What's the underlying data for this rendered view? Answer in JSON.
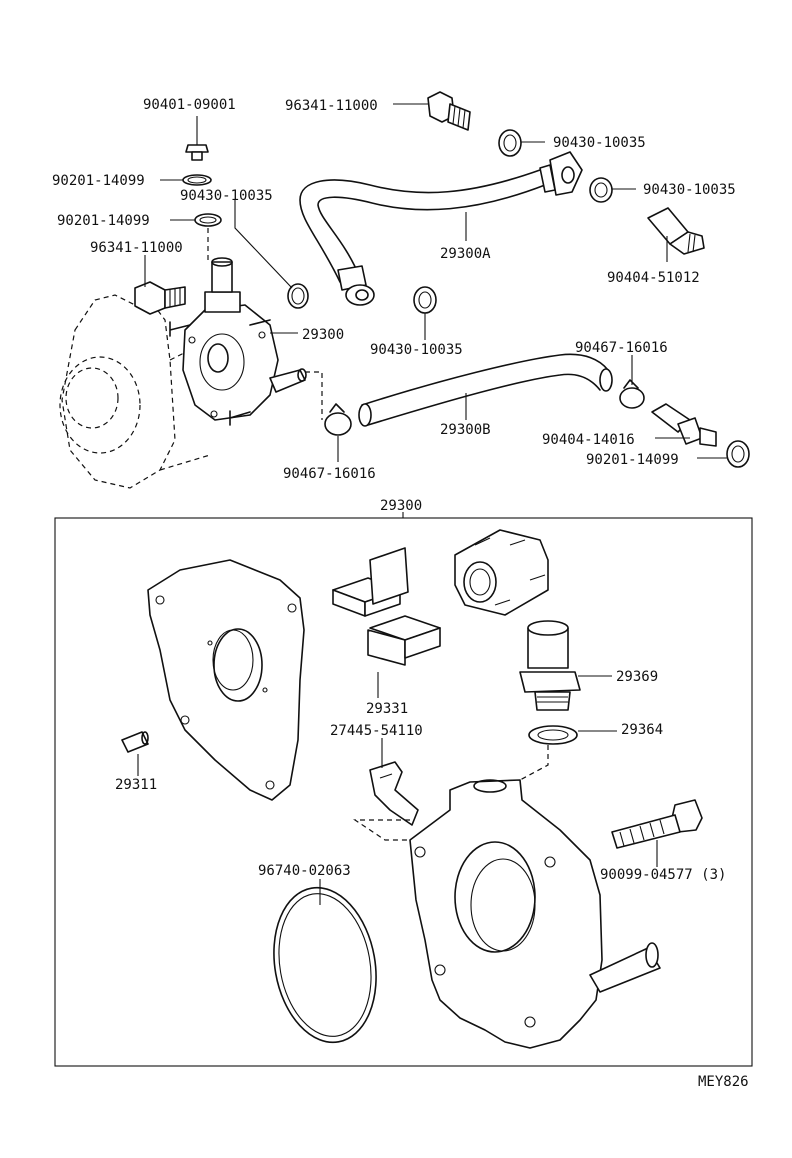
{
  "labels": {
    "p90401_09001": "90401-09001",
    "p96341_11000_top": "96341-11000",
    "p90430_10035_a": "90430-10035",
    "p90201_14099_a": "90201-14099",
    "p90430_10035_b": "90430-10035",
    "p90430_10035_c": "90430-10035",
    "p90201_14099_b": "90201-14099",
    "p29300A": "29300A",
    "p96341_11000_left": "96341-11000",
    "p90404_51012": "90404-51012",
    "p29300_main": "29300",
    "p90430_10035_d": "90430-10035",
    "p90467_16016_right": "90467-16016",
    "p29300B": "29300B",
    "p90404_14016": "90404-14016",
    "p90201_14099_c": "90201-14099",
    "p90467_16016_bottom": "90467-16016",
    "p29300_box": "29300",
    "p29369": "29369",
    "p29331": "29331",
    "p27445_54110": "27445-54110",
    "p29364": "29364",
    "p29311": "29311",
    "p96740_02063": "96740-02063",
    "p90099_04577": "90099-04577 (3)",
    "code": "MEY826"
  }
}
